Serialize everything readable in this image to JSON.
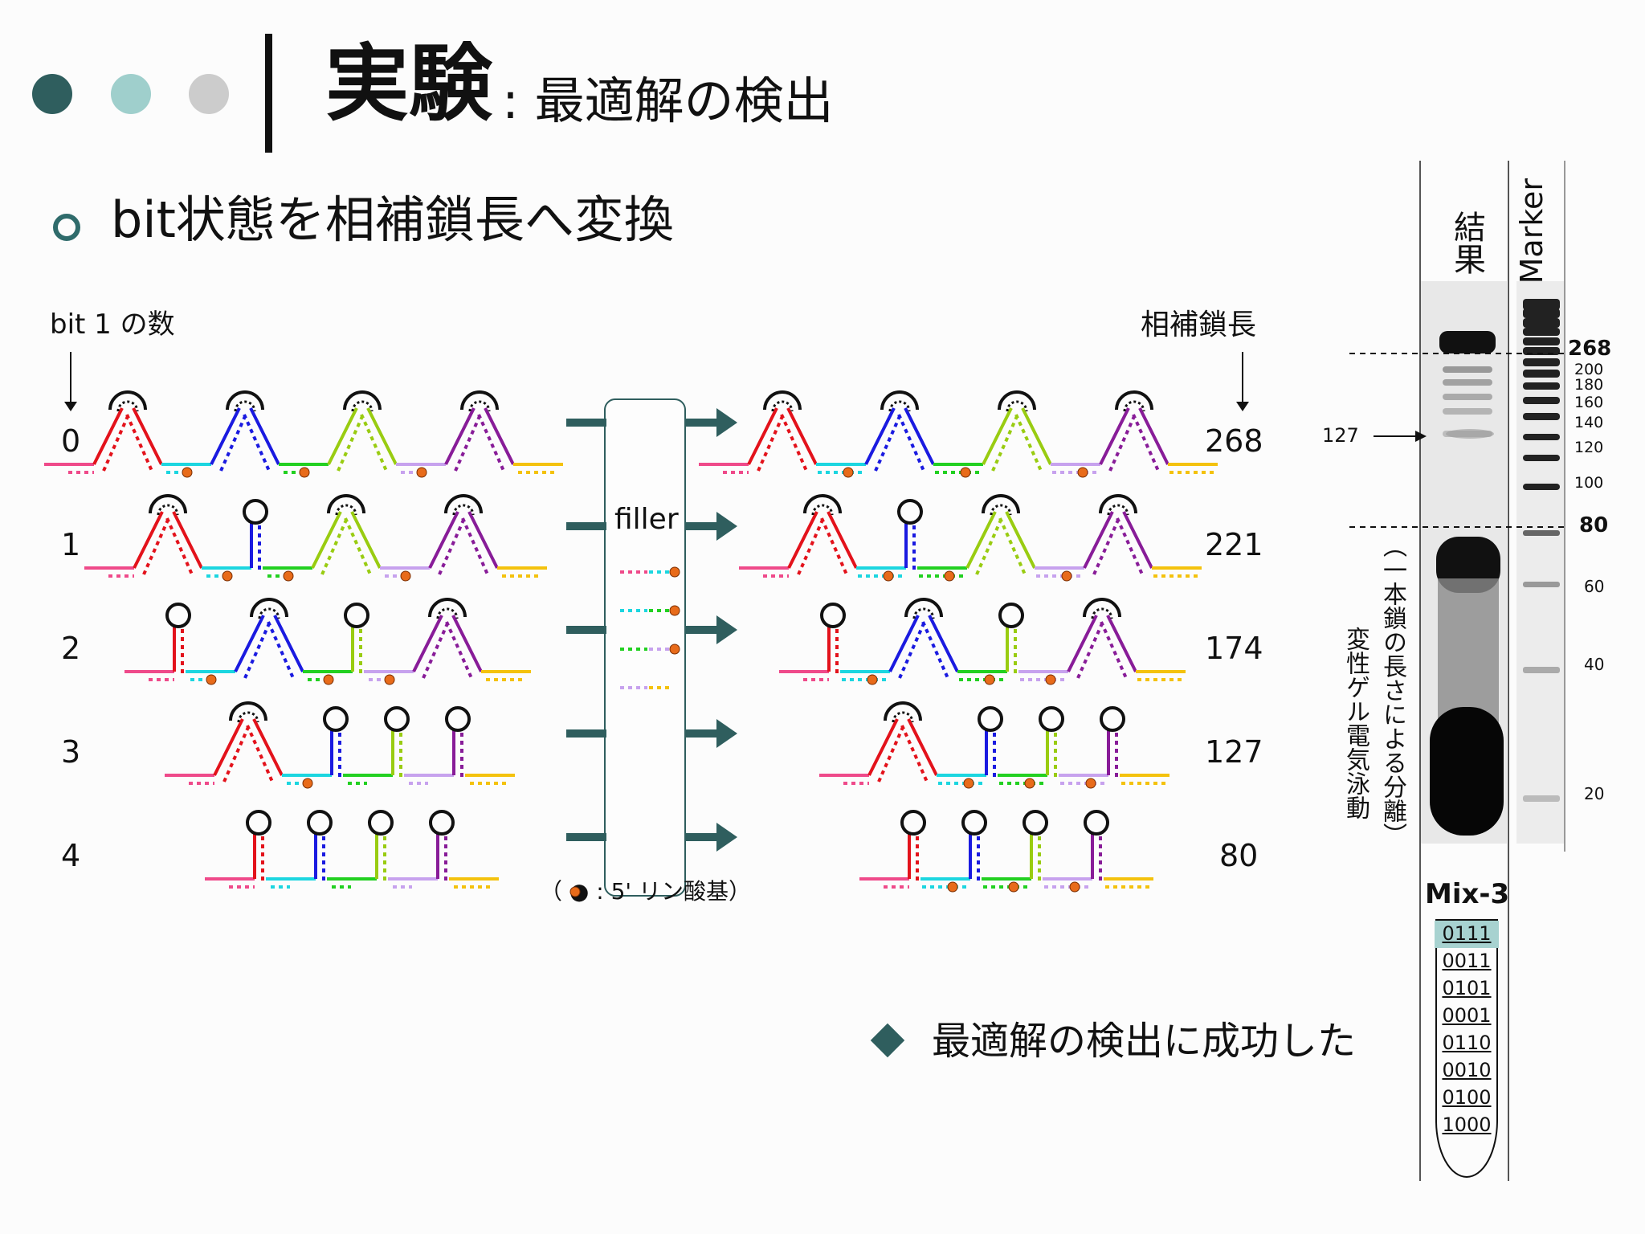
{
  "colors": {
    "dark_teal": "#2f5e5e",
    "light_teal": "#9fcfcc",
    "light_gray": "#cccccc",
    "segment_colors": [
      "#ef4a8a",
      "#e3121b",
      "#1cd6e0",
      "#1a1ae0",
      "#22d021",
      "#99cc11",
      "#c7a2ee",
      "#881c98",
      "#f4c20d"
    ],
    "phosphate": "#e86b1a"
  },
  "title": {
    "main": "実験",
    "sub": ": 最適解の検出"
  },
  "bullet": {
    "text": "bit状態を相補鎖長へ変換"
  },
  "left_header": {
    "label": "bit 1 の数"
  },
  "right_header": {
    "label": "相補鎖長"
  },
  "rows": [
    {
      "count": "0",
      "length": "268",
      "bits": [
        0,
        0,
        0,
        0
      ]
    },
    {
      "count": "1",
      "length": "221",
      "bits": [
        0,
        1,
        0,
        0
      ]
    },
    {
      "count": "2",
      "length": "174",
      "bits": [
        1,
        0,
        1,
        0
      ]
    },
    {
      "count": "3",
      "length": "127",
      "bits": [
        0,
        1,
        1,
        1
      ]
    },
    {
      "count": "4",
      "length": "80",
      "bits": [
        1,
        1,
        1,
        1
      ]
    }
  ],
  "filler": {
    "label": "filler"
  },
  "legend": {
    "text": "（ ● : 5' リン酸基）"
  },
  "gel": {
    "lane_result_label": "結果",
    "lane_marker_label": "Marker",
    "marker_values": [
      "268",
      "200",
      "180",
      "160",
      "140",
      "120",
      "100",
      "80",
      "60",
      "40",
      "20"
    ],
    "bold_markers": [
      "268",
      "80"
    ],
    "arrow_label": "127",
    "side_label_line1": "変性ゲル電気泳動",
    "side_label_line2": "（一本鎖の長さによる分離）"
  },
  "mix": {
    "title": "Mix-3",
    "items": [
      "0111",
      "0011",
      "0101",
      "0001",
      "0110",
      "0010",
      "0100",
      "1000"
    ],
    "highlighted": "0111"
  },
  "conclusion": {
    "text": "最適解の検出に成功した"
  }
}
